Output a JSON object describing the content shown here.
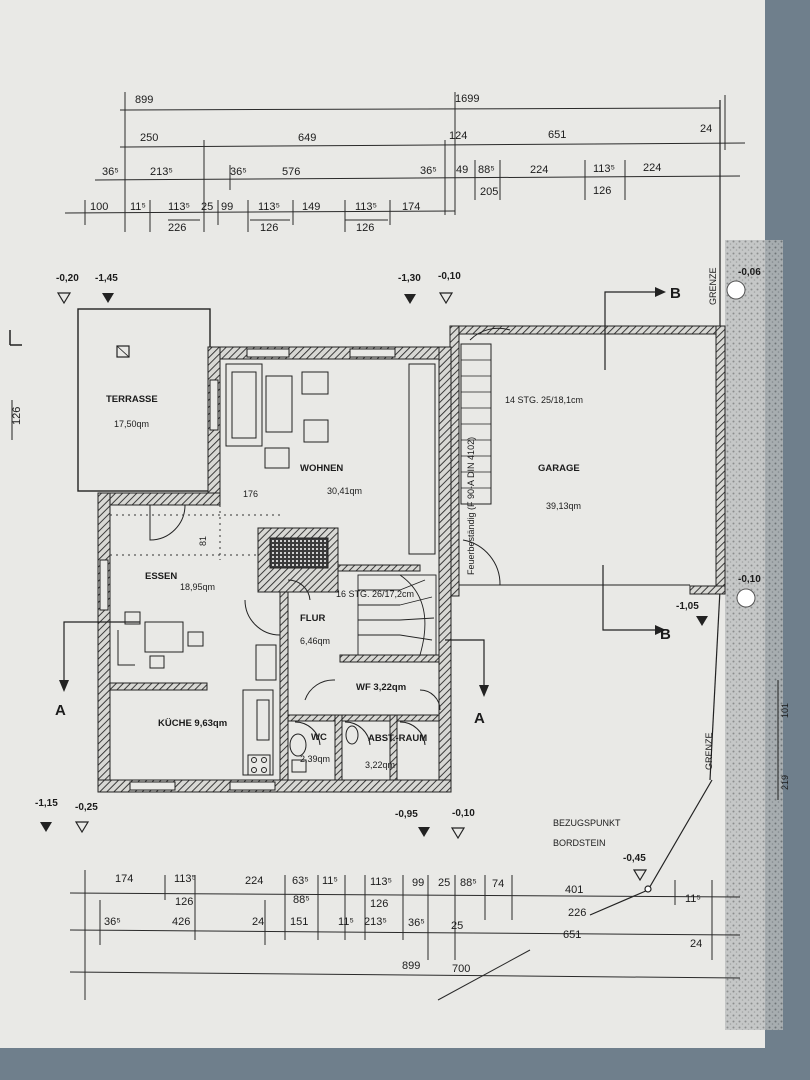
{
  "plan": {
    "rooms": {
      "terrasse": {
        "name": "TERRASSE",
        "area": "17,50qm"
      },
      "wohnen": {
        "name": "WOHNEN",
        "area": "30,41qm"
      },
      "garage": {
        "name": "GARAGE",
        "area": "39,13qm"
      },
      "essen": {
        "name": "ESSEN",
        "area": "18,95qm"
      },
      "flur": {
        "name": "FLUR",
        "area": "6,46qm"
      },
      "kueche": {
        "name": "KÜCHE 9,63qm"
      },
      "wf": {
        "name": "WF 3,22qm"
      },
      "wc": {
        "name": "WC",
        "area": "2,39qm"
      },
      "abst": {
        "name": "ABST.-RAUM",
        "area": "3,22qm"
      }
    },
    "stairs": {
      "garage": "14 STG. 25/18,1cm",
      "flur": "16 STG. 26/17,2cm"
    },
    "fire_label": "Feuerbeständig (F 90-A DIN 4102)",
    "grenze_top": "GRENZE",
    "grenze_bottom": "GRENZE",
    "bezugspunkt": [
      "BEZUGSPUNKT",
      "BORDSTEIN"
    ],
    "section_a": "A",
    "section_b": "B",
    "levels": {
      "l1": "-0,20",
      "l2": "-1,45",
      "l3": "-1,30",
      "l4": "-0,10",
      "l5": "-0,06",
      "l6": "-0,10",
      "l7": "-1,05",
      "l8": "-1,15",
      "l9": "-0,25",
      "l10": "-0,95",
      "l11": "-0,10",
      "l12": "-0,45"
    },
    "side_dims": {
      "left_126": "126",
      "right_101": "101",
      "right_219": "219"
    },
    "top_dims": {
      "r1": [
        "899",
        "1699"
      ],
      "r2": [
        "250",
        "649",
        "124",
        "651",
        "24"
      ],
      "r3": [
        "36⁵",
        "213⁵",
        "36⁵",
        "576",
        "36⁵",
        "49",
        "88⁵",
        "224",
        "113⁵",
        "224"
      ],
      "r3b": [
        "205",
        "126"
      ],
      "r4": [
        "100",
        "11⁵",
        "113⁵",
        "25",
        "99",
        "113⁵",
        "149",
        "113⁵",
        "174"
      ],
      "r4b": [
        "226",
        "126",
        "126"
      ]
    },
    "bottom_dims": {
      "r1": [
        "174",
        "113⁵",
        "224",
        "63⁵",
        "11⁵",
        "113⁵",
        "99",
        "25",
        "88⁵",
        "74",
        "401",
        "11⁵"
      ],
      "r1b": [
        "126",
        "88⁵",
        "126",
        "226"
      ],
      "r2": [
        "36⁵",
        "426",
        "24",
        "151",
        "11⁵",
        "213⁵",
        "36⁵",
        "25",
        "651",
        "24"
      ],
      "r3": [
        "899",
        "700"
      ]
    },
    "inner_dims": {
      "d176": "176",
      "d81": "81"
    }
  },
  "colors": {
    "paper": "#e9e9e6",
    "ink": "#2a2a2a",
    "backdrop": "#6f7f8c"
  }
}
